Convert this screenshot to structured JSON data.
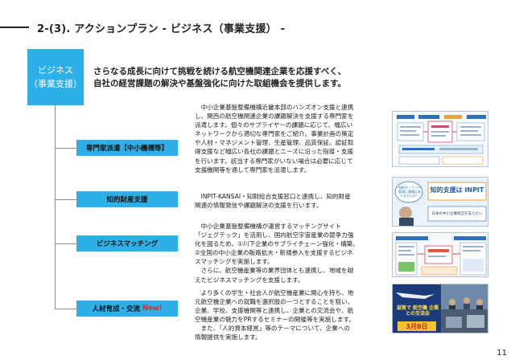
{
  "header": {
    "title": "2-(3). アクションプラン - ビジネス（事業支援） -"
  },
  "business": {
    "label_lines": [
      "ビジネス",
      "（事業支援）"
    ],
    "lead_lines": [
      "さらなる成長に向けて挑戦を続ける航空機関連企業を応援すべく、",
      "自社の経営課題の解決や基盤強化に向けた取組機会を提供します。"
    ]
  },
  "sections": [
    {
      "label": "専門家派遣【中小機構等】",
      "new_badge": "",
      "desc_lines": [
        "　中小企業基盤整備機構近畿本部のハンズオン支援と連携",
        "し、関西の航空機関連企業の課題解決を支援する専門家を",
        "派遣します。個々のサプライヤーの課題に応じて、幅広い",
        "ネットワークから適切な専門家をご紹介。事業計画の策定",
        "や人材・マネジメント管理、生産管理、品質保証、認証取",
        "得支援など幅広い各社の課題とニーズに沿った指導・支援",
        "を行います。該当する専門家がいない場合は必要に応じて",
        "支援機関等を通して専門家を派遣します。"
      ]
    },
    {
      "label": "知的財産支援",
      "new_badge": "",
      "desc_lines": [
        "　INPIT-KANSAI・知財総合支援窓口と連携し、知的財産",
        "関連の情報発信や課題解決の支援を行います。"
      ]
    },
    {
      "label": "ビジネスマッチング",
      "new_badge": "",
      "desc_lines": [
        "　中小企業基盤整備機構が運営するマッチングサイト",
        "「ジェグテック」を活用し、国内航空宇宙産業の競争力強",
        "化を図るため、①川下企業のサプライチェーン強化・構築、",
        "②全国の中小企業の販路拡大・新規参入を支援するビジネ",
        "スマッチングを実施します。",
        "　さらに、航空機産業等の業界団体とも連携し、地域を越",
        "えたビジネスマッチングを支援します。"
      ]
    },
    {
      "label": "人材育成・交流",
      "new_badge": "New!",
      "desc_lines": [
        "　より多くの学生・社会人が航空機産業に関心を持ち、地",
        "元航空機企業への就職を選択肢の一つとすることを狙い、",
        "企業、学校、支援機関等と連携し、企業との交流会や、航",
        "空機産業の魅力をPRするセミナーの開催等を実施します。",
        "　また、「人的資本経営」等のテーマについて、企業への",
        "情報提供を実施します。"
      ]
    }
  ],
  "thumbnails": {
    "inpit_banner": "知的支援は INPIT",
    "inpit_caption": "日本の中小企業経営を支えたい",
    "inpit_bubble": "知財がノウハウ管理に課題はありませんか？",
    "seminar_title": "滋賀で 航空機 企業との交流会",
    "seminar_date": "3月8日"
  },
  "footer": {
    "page_number": "11"
  },
  "colors": {
    "accent": "#2db0e8",
    "new_badge": "#e5252a",
    "connector": "#8c8c8c"
  }
}
